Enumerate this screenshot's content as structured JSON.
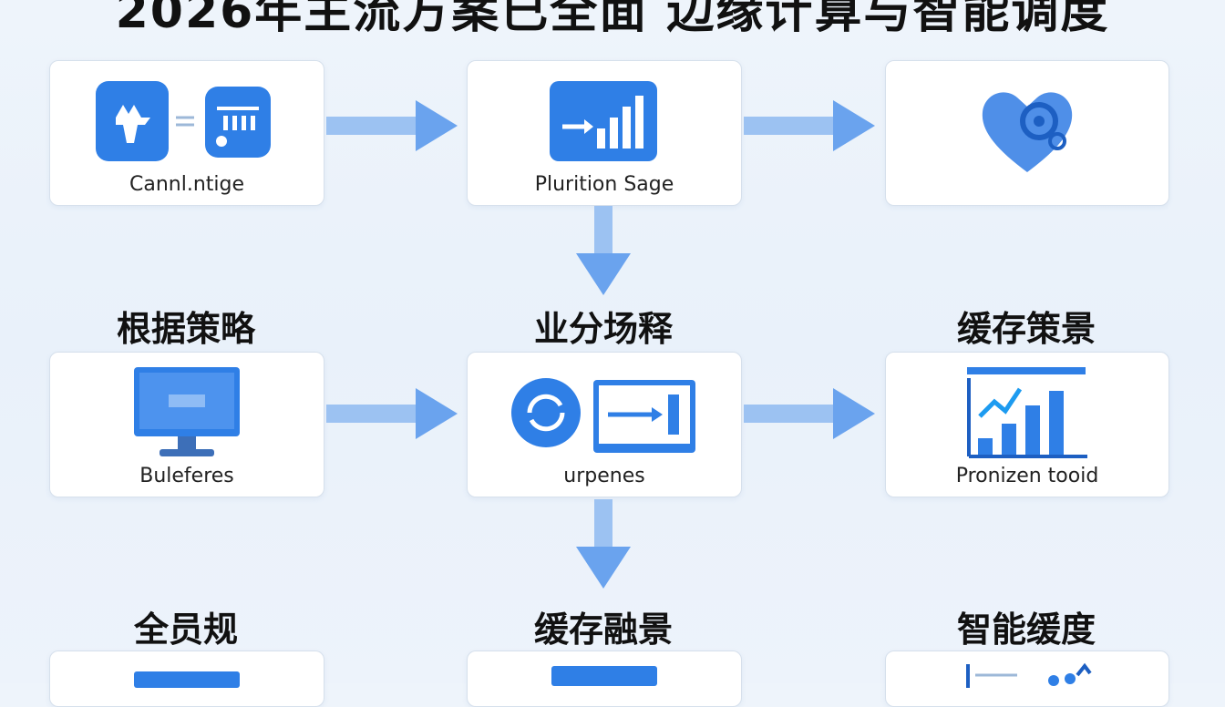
{
  "title": "2026年主流方案已全面 边缘计算与智能调度",
  "row1": {
    "card1_label": "Cannl.ntige",
    "card2_label": "Plurition Sage",
    "card3_label": ""
  },
  "row2": {
    "heading1": "根据策略",
    "heading2": "业分场释",
    "heading3": "缓存策景",
    "card1_label": "Buleferes",
    "card2_label": "urpenes",
    "card3_label": "Pronizen tooid"
  },
  "row3": {
    "heading1": "全员规",
    "heading2": "缓存融景",
    "heading3": "智能缓度"
  },
  "colors": {
    "accent": "#2f7fe6",
    "arrow": "#7fb0f0"
  }
}
